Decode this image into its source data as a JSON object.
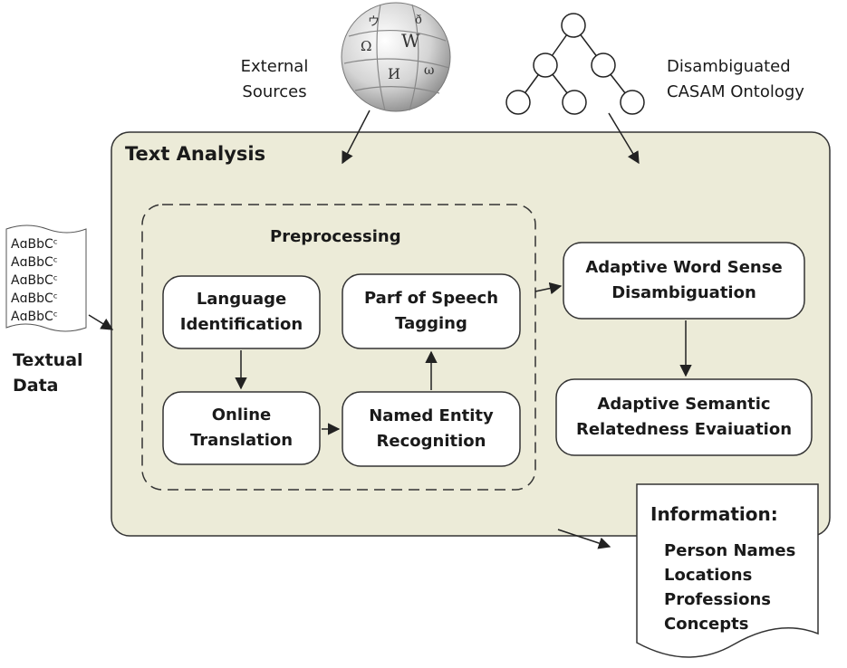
{
  "external_sources": {
    "line1": "External",
    "line2": "Sources"
  },
  "ontology_label": {
    "line1": "Disambiguated",
    "line2": "CASAM Ontology"
  },
  "text_analysis": {
    "title": "Text Analysis"
  },
  "preprocessing": {
    "title": "Preprocessing"
  },
  "boxes": {
    "language_identification": {
      "line1": "Language",
      "line2": "Identification"
    },
    "online_translation": {
      "line1": "Online",
      "line2": "Translation"
    },
    "pos_tagging": {
      "line1": "Parf of Speech",
      "line2": "Tagging"
    },
    "named_entity": {
      "line1": "Named Entity",
      "line2": "Recognition"
    },
    "word_sense": {
      "line1": "Adaptive Word Sense",
      "line2": "Disambiguation"
    },
    "semantic_relatedness": {
      "line1": "Adaptive Semantic",
      "line2": "Relatedness Evaiuation"
    }
  },
  "textual_data": {
    "sample_lines": [
      "AɑBbCᶜ",
      "AɑBbCᶜ",
      "AɑBbCᶜ",
      "AɑBbCᶜ",
      "AɑBbCᶜ"
    ],
    "label_line1": "Textual",
    "label_line2": "Data"
  },
  "information": {
    "title": "Information:",
    "items": [
      "Person Names",
      "Locations",
      "Professions",
      "Concepts"
    ]
  },
  "colors": {
    "panel_fill": "#ecebd8",
    "stroke": "#333333",
    "box_fill": "#ffffff"
  }
}
